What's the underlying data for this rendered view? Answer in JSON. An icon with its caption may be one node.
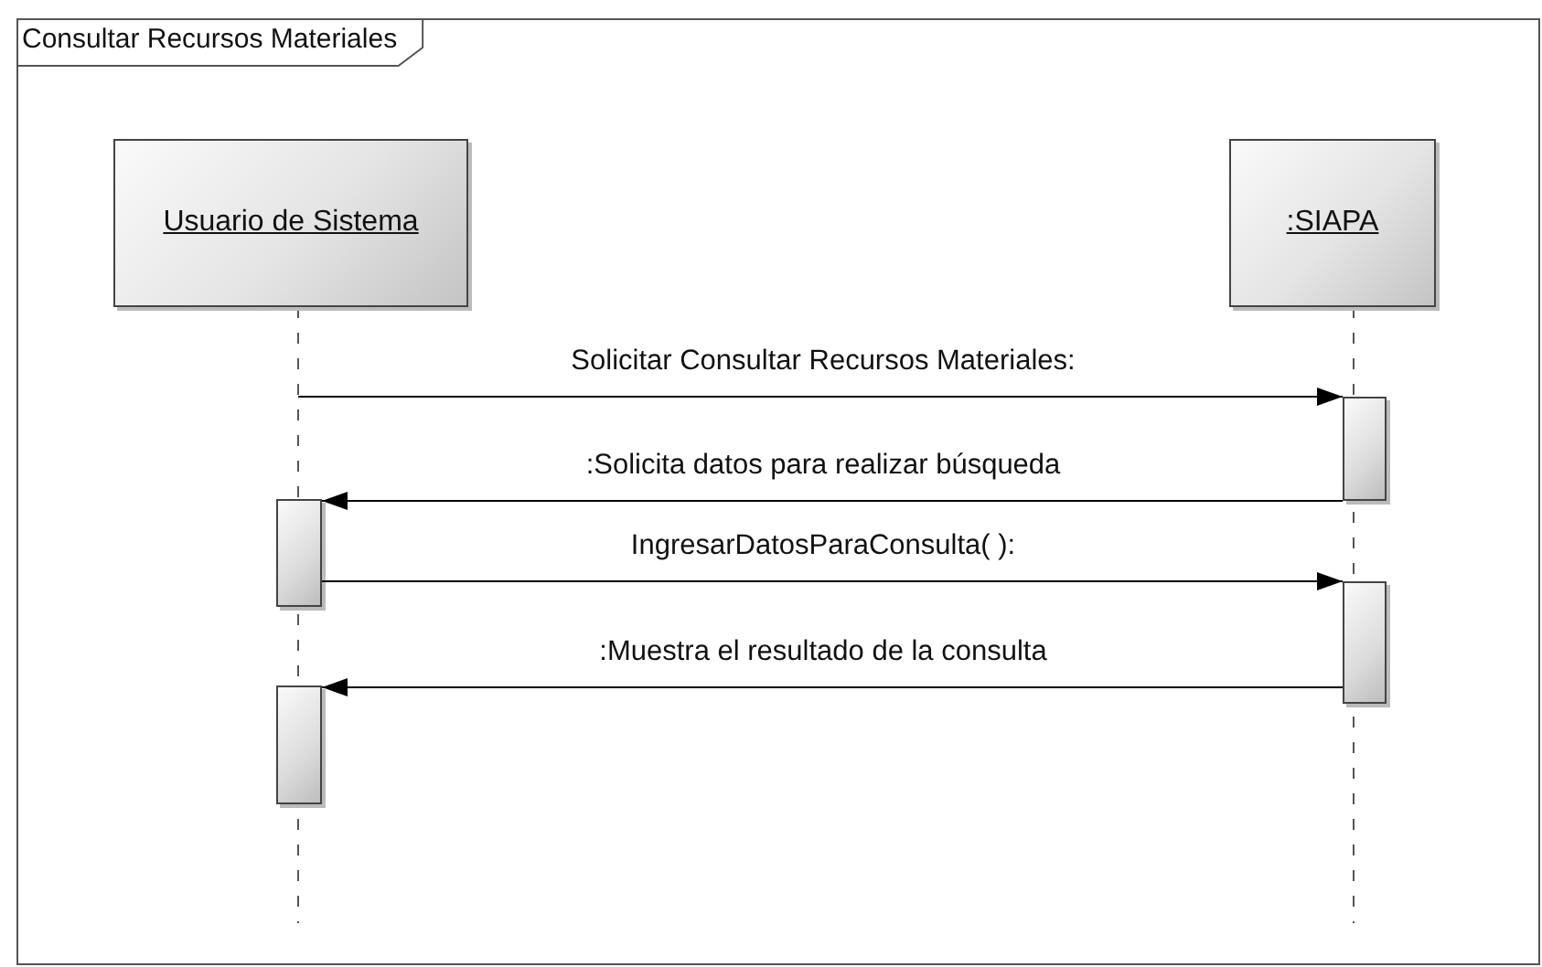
{
  "diagram": {
    "nodes": [
      {
        "text": [
          "Consultar Recursos Materiales"
        ]
      },
      {
        "text": [
          "Usuario de Sistema"
        ],
        "in": 0
      },
      {
        "text": [
          ":SIAPA"
        ],
        "in": 0
      },
      {
        "text": [],
        "shape": "bar",
        "in": 0
      },
      {
        "text": [],
        "shape": "bar",
        "in": 0
      },
      {
        "text": [],
        "shape": "bar",
        "in": 0
      },
      {
        "text": [],
        "shape": "bar",
        "in": 0
      }
    ],
    "edges": [
      {
        "from": null,
        "to": 3,
        "arrow": "to",
        "label": "Solicitar Consultar Recursos Materiales:"
      },
      {
        "from": 3,
        "to": 4,
        "arrow": "to",
        "label": ":Solicita datos para realizar búsqueda"
      },
      {
        "from": 4,
        "to": 5,
        "arrow": "to",
        "label": "IngresarDatosParaConsulta( ):"
      },
      {
        "from": 5,
        "to": 6,
        "arrow": "to",
        "label": ":Muestra el resultado de la consulta"
      }
    ]
  }
}
